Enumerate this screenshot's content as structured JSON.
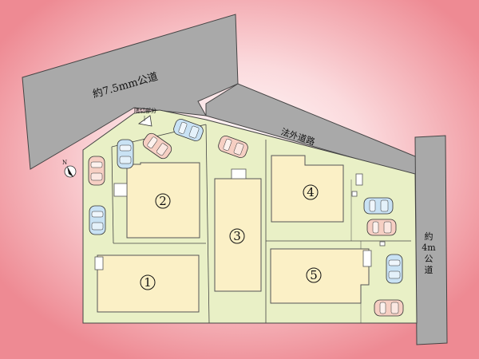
{
  "colors": {
    "background_edge": "#ee8a93",
    "background_center": "#ffffff",
    "road": "#a9a9a9",
    "lot": "#e9f0c6",
    "house": "#fbf0c6",
    "outline": "#333333",
    "car_blue": "#c9e2f4",
    "car_pink": "#f6cfc3"
  },
  "roads": {
    "main_road": "約7.5mm公道",
    "private_road": "法外道路",
    "east_road": [
      "約",
      "4m",
      "公",
      "道"
    ]
  },
  "annotations": {
    "boundary_marker": "隅切部分"
  },
  "compass": {
    "icon": "north-arrow-icon"
  },
  "lots": [
    {
      "number": "1"
    },
    {
      "number": "2"
    },
    {
      "number": "3"
    },
    {
      "number": "4"
    },
    {
      "number": "5"
    }
  ]
}
